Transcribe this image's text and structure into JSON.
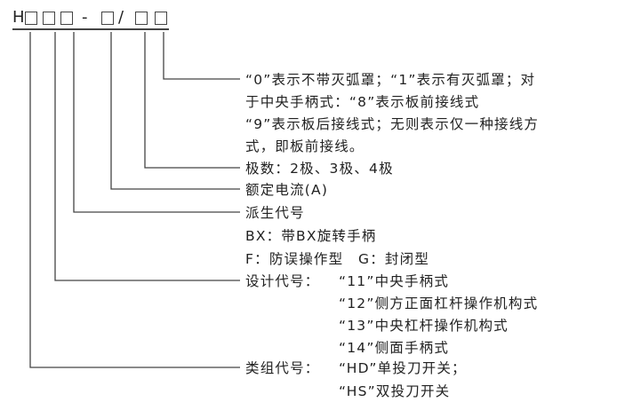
{
  "code": {
    "prefix": "H",
    "dash": "-",
    "slash": "/"
  },
  "rows": {
    "arc1": "“0”表示不带灭弧罩；“1”表示有灭弧罩；对",
    "arc2": "于中央手柄式：“8”表示板前接线式",
    "arc3": "“9”表示板后接线式；无则表示仅一种接线方",
    "arc4": "式，即板前接线。",
    "poles": "极数：2极、3极、4极",
    "current": "额定电流(A)",
    "derived": "派生代号",
    "bx": "BX：带BX旋转手柄",
    "fg": "F：防误操作型　G：封闭型",
    "design_label": "设计代号：",
    "design1": "“11”中央手柄式",
    "design2": "“12”侧方正面杠杆操作机构式",
    "design3": "“13”中央杠杆操作机构式",
    "design4": "“14”侧面手柄式",
    "type_label": "类组代号：",
    "type1": "“HD”单投刀开关；",
    "type2": "“HS”双投刀开关"
  },
  "line_color": "#444444"
}
